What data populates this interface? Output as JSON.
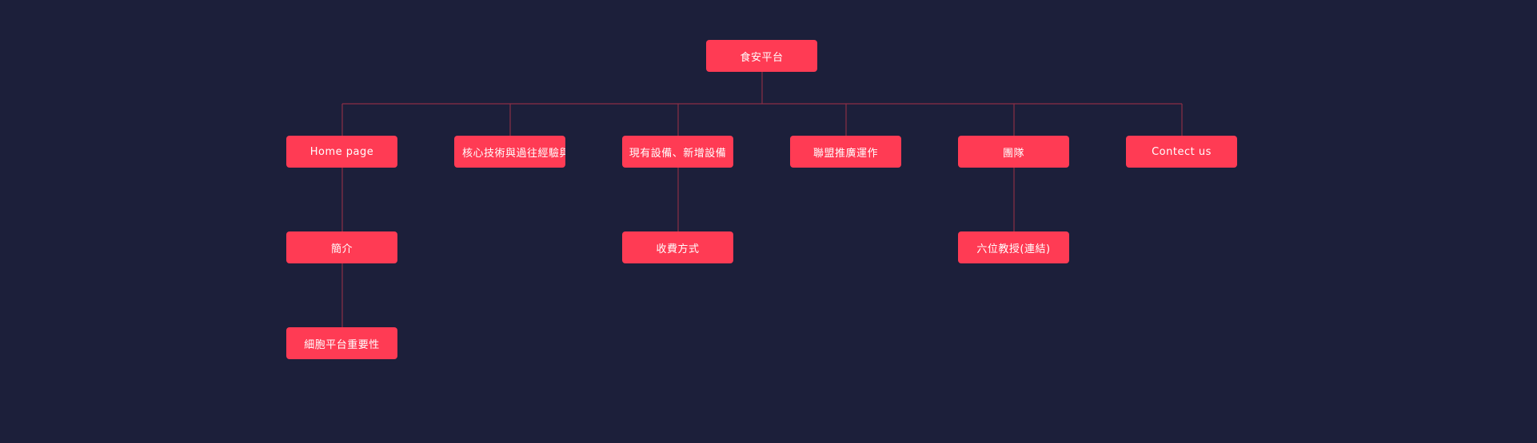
{
  "sitemap": {
    "root": "食安平台",
    "home": "Home page",
    "core_tech": "核心技術與過往經驗與成果",
    "equipment": "現有設備、新增設備",
    "alliance": "聯盟推廣運作",
    "team": "團隊",
    "contact": "Contect us",
    "intro": "簡介",
    "cell_platform": "細胞平台重要性",
    "fees": "收費方式",
    "professors": "六位教授(連結)"
  },
  "colors": {
    "background": "#1c1f3a",
    "node": "#ff3b54",
    "node_text": "#ffffff",
    "connector": "#8a2f46"
  }
}
